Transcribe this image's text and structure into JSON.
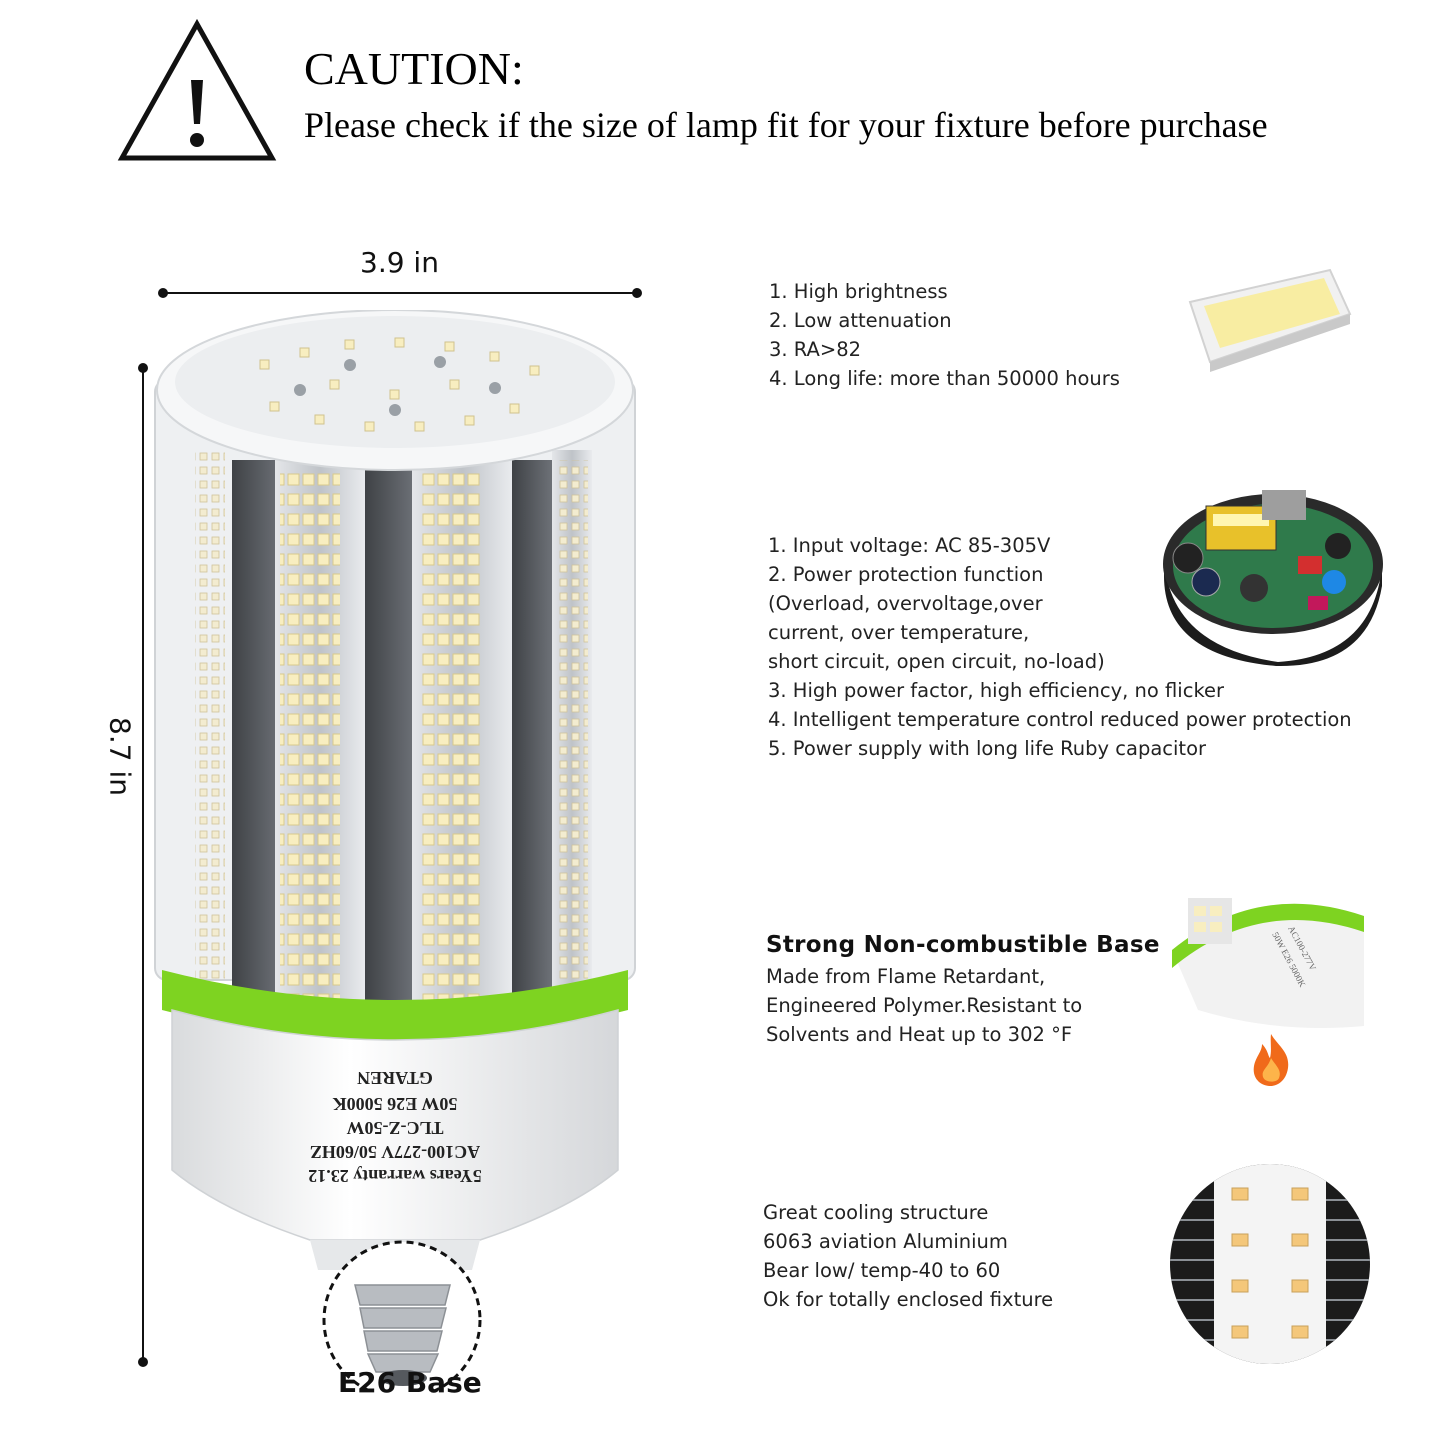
{
  "caution": {
    "title": "CAUTION:",
    "text": "Please check if the size of lamp fit for your fixture before purchase"
  },
  "dimensions": {
    "width": "3.9 in",
    "height": "8.7 in",
    "base": "E26 Base"
  },
  "lamp_label": {
    "brand": "GTAREN",
    "line1": "50W E26 5000K",
    "line2": "TLC-Z-50W",
    "line3": "AC100-277V 50/60HZ",
    "line4": "5Years warranty 23.12"
  },
  "features": {
    "led_chip": {
      "items": [
        "1. High brightness",
        "2. Low attenuation",
        "3. RA>82",
        "4. Long life: more than 50000 hours"
      ]
    },
    "power_supply": {
      "items": [
        "1. Input voltage: AC 85-305V",
        "2. Power protection function",
        "(Overload, overvoltage,over",
        "current, over temperature,",
        "short circuit, open circuit, no-load)",
        "3. High power factor, high efficiency, no flicker",
        "4. Intelligent temperature control reduced power protection",
        "5. Power supply with long life Ruby capacitor"
      ]
    },
    "base": {
      "heading": "Strong Non-combustible Base",
      "items": [
        "Made from Flame Retardant,",
        "Engineered Polymer.Resistant to",
        "Solvents and Heat up to 302 °F"
      ]
    },
    "cooling": {
      "items": [
        "Great cooling structure",
        "6063 aviation Aluminium",
        "Bear low/ temp-40 to 60",
        "Ok for totally enclosed fixture"
      ]
    }
  },
  "colors": {
    "accent_green": "#7ed321",
    "led_yellow": "#f8eec0",
    "aluminium": "#c9ccd0",
    "flame": "#f06a1a"
  }
}
